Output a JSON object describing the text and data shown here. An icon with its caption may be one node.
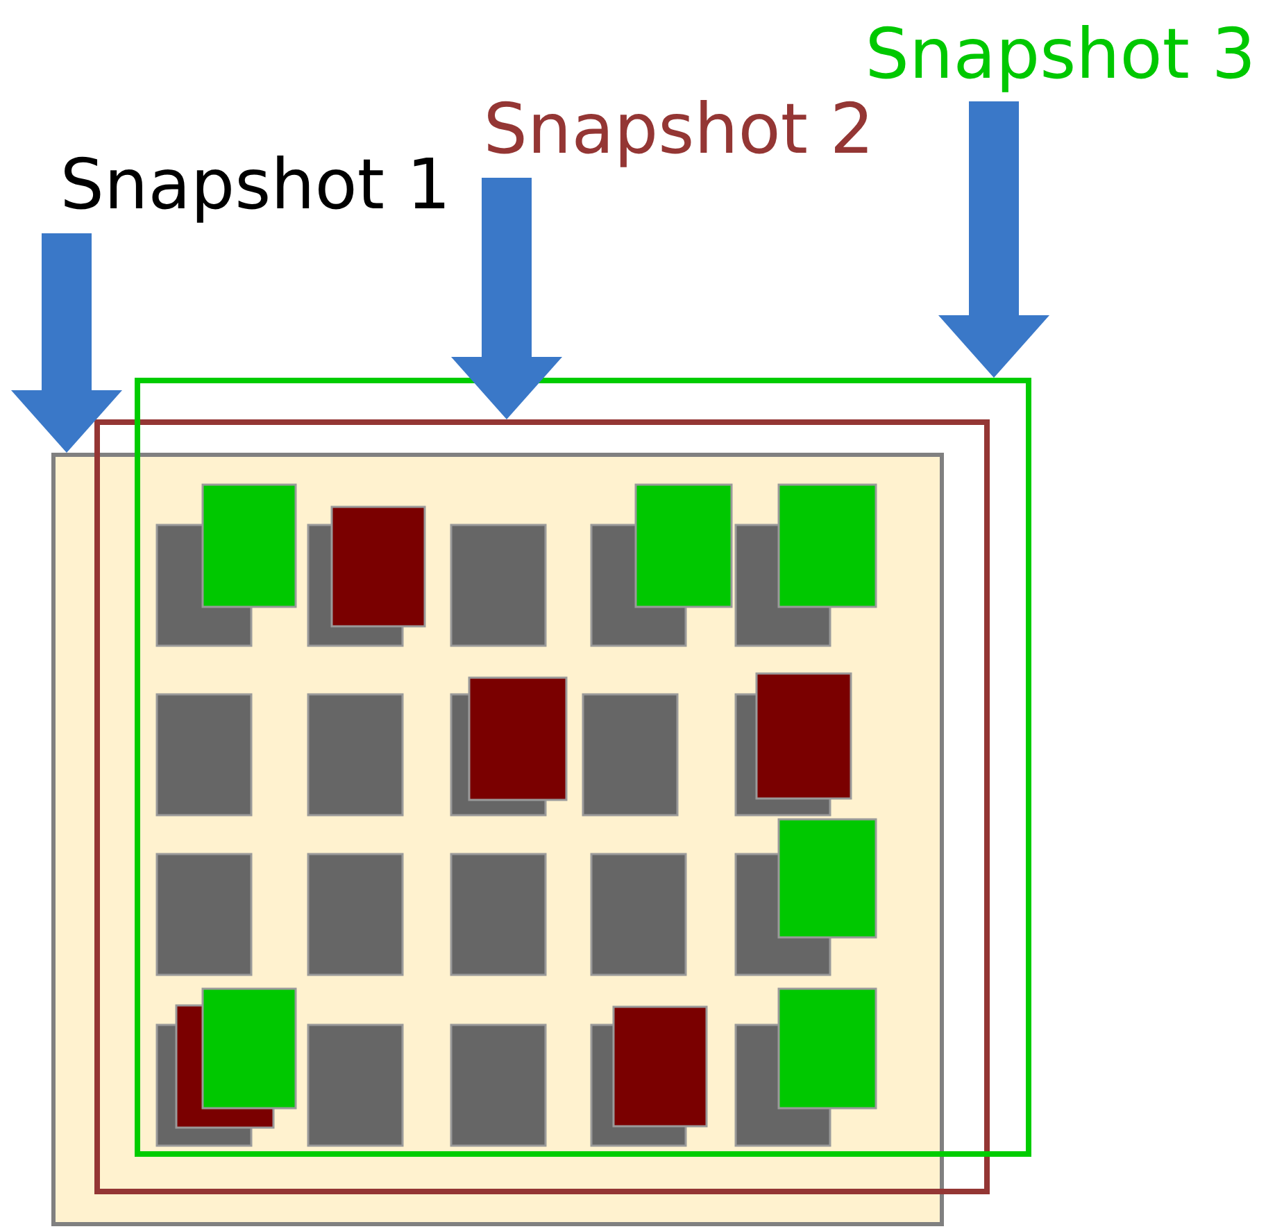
{
  "diagram": {
    "nodes": [
      {
        "text": [
          "Snapshot 1"
        ]
      },
      {
        "text": [
          "Snapshot 2"
        ]
      },
      {
        "text": [
          "Snapshot 3"
        ]
      },
      {
        "text": [],
        "shape": "box"
      },
      {
        "text": [],
        "shape": "box"
      },
      {
        "text": [],
        "shape": "box"
      }
    ],
    "edges": [
      {
        "from": 0,
        "to": 3,
        "arrow": "to"
      },
      {
        "from": 1,
        "to": 4,
        "arrow": "to"
      },
      {
        "from": 2,
        "to": 5,
        "arrow": "to"
      }
    ]
  }
}
